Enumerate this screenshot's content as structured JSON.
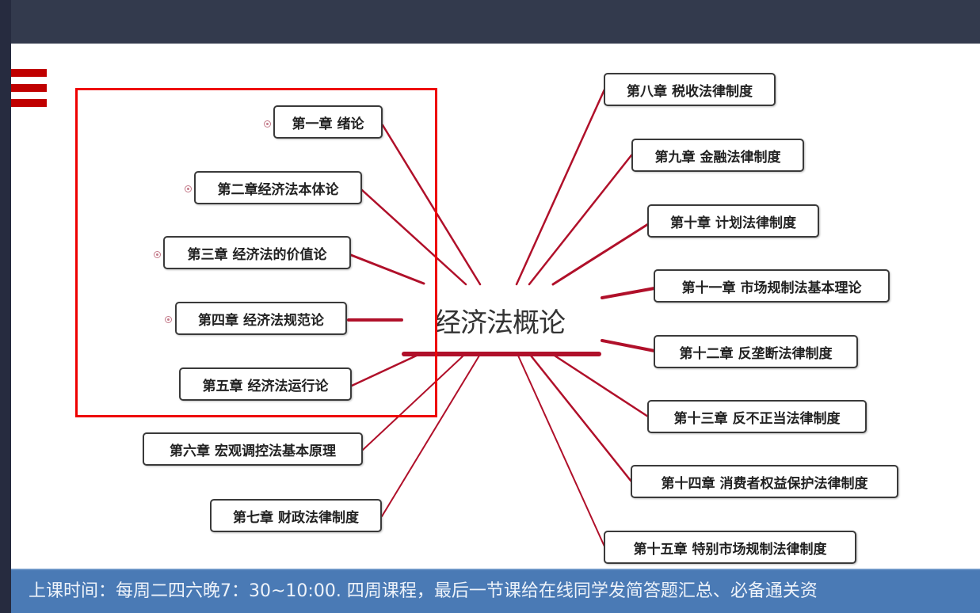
{
  "mindmap": {
    "central_topic": "经济法概论",
    "left_branches": [
      {
        "label": "第一章 绪论",
        "collapsed_marker": true
      },
      {
        "label": "第二章经济法本体论",
        "collapsed_marker": true
      },
      {
        "label": "第三章 经济法的价值论",
        "collapsed_marker": true
      },
      {
        "label": "第四章 经济法规范论",
        "collapsed_marker": true
      },
      {
        "label": "第五章 经济法运行论",
        "collapsed_marker": false
      },
      {
        "label": "第六章 宏观调控法基本原理",
        "collapsed_marker": false
      },
      {
        "label": "第七章 财政法律制度",
        "collapsed_marker": false
      }
    ],
    "right_branches": [
      {
        "label": "第八章 税收法律制度"
      },
      {
        "label": "第九章 金融法律制度"
      },
      {
        "label": "第十章 计划法律制度"
      },
      {
        "label": "第十一章 市场规制法基本理论"
      },
      {
        "label": "第十二章 反垄断法律制度"
      },
      {
        "label": "第十三章 反不正当法律制度"
      },
      {
        "label": "第十四章 消费者权益保护法律制度"
      },
      {
        "label": "第十五章 特别市场规制法律制度"
      }
    ],
    "highlight_color": "#ee0000",
    "connector_color": "#b0102a"
  },
  "footer": {
    "text": "上课时间：每周二四六晚7：30~10:00.   四周课程，最后一节课给在线同学发简答题汇总、必备通关资"
  },
  "colors": {
    "top_bar": "#333a4d",
    "menu_icon": "#c00000",
    "footer_bg": "#4a7ab5"
  }
}
